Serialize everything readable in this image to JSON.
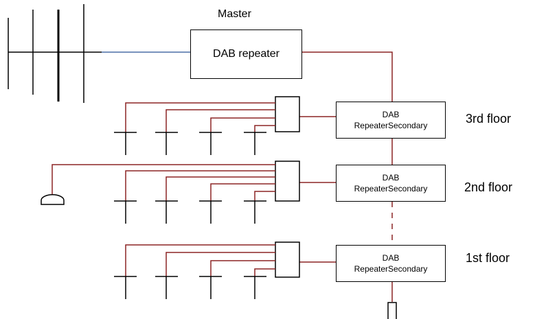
{
  "master": {
    "title": "Master",
    "box_label": "DAB repeater"
  },
  "secondaries": [
    {
      "line1": "DAB",
      "line2": "RepeaterSecondary",
      "floor": "3rd floor"
    },
    {
      "line1": "DAB",
      "line2": "RepeaterSecondary",
      "floor": "2nd floor"
    },
    {
      "line1": "DAB",
      "line2": "RepeaterSecondary",
      "floor": "1st floor"
    }
  ],
  "colors": {
    "feeder_line": "#8b2323",
    "master_link": "#4a6fa5",
    "outline": "#000000"
  },
  "icons": {
    "antenna": "antenna-icon",
    "ceiling_antenna": "ceiling-antenna-icon",
    "dish_antenna": "dish-antenna-icon",
    "splitter": "splitter-icon",
    "terminator": "terminator-icon"
  }
}
